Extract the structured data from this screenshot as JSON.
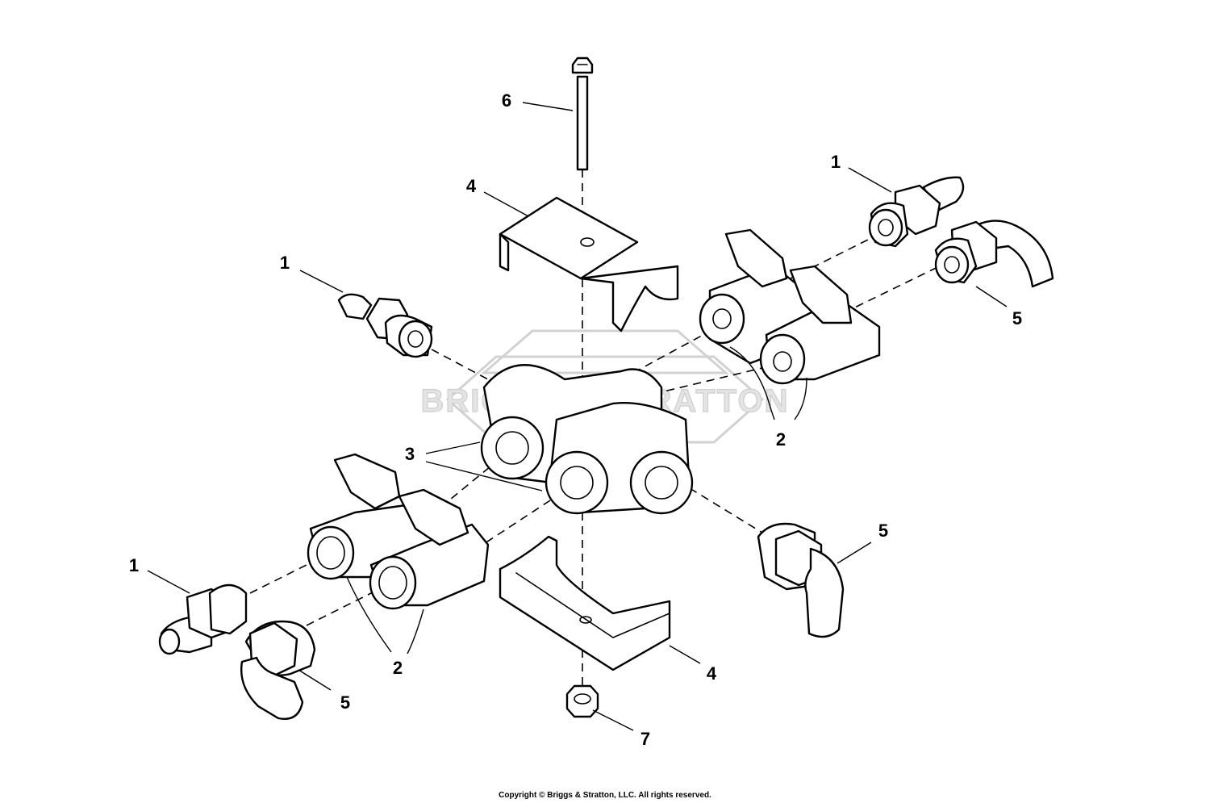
{
  "watermark": {
    "text": "BRIGGS & STRATTON"
  },
  "copyright": "Copyright © Briggs & Stratton, LLC. All rights reserved.",
  "callouts": [
    {
      "id": "label-6",
      "text": "6"
    },
    {
      "id": "label-4-top",
      "text": "4"
    },
    {
      "id": "label-1-right",
      "text": "1"
    },
    {
      "id": "label-1-left",
      "text": "1"
    },
    {
      "id": "label-5-right-top",
      "text": "5"
    },
    {
      "id": "label-2-right",
      "text": "2"
    },
    {
      "id": "label-3",
      "text": "3"
    },
    {
      "id": "label-5-right-mid",
      "text": "5"
    },
    {
      "id": "label-1-bottom",
      "text": "1"
    },
    {
      "id": "label-2-left",
      "text": "2"
    },
    {
      "id": "label-5-left",
      "text": "5"
    },
    {
      "id": "label-4-bottom",
      "text": "4"
    },
    {
      "id": "label-7",
      "text": "7"
    }
  ]
}
